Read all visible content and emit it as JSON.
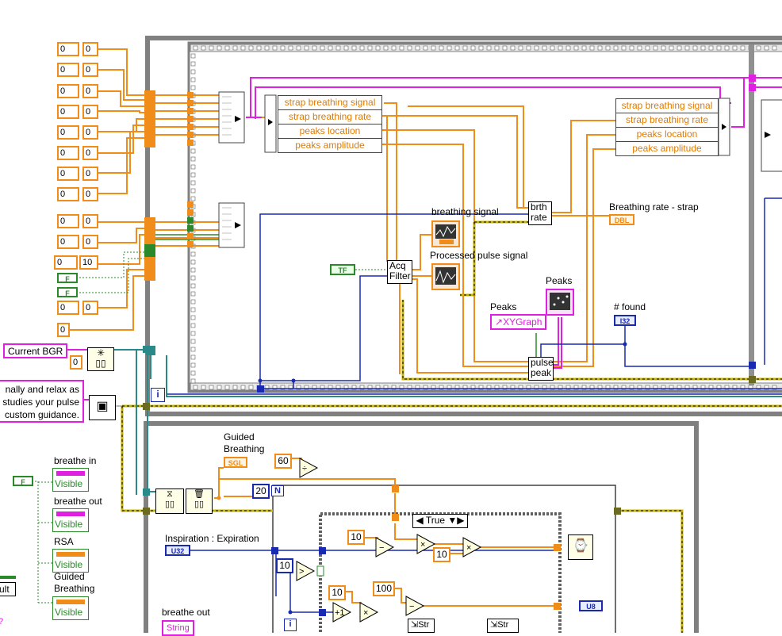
{
  "colors": {
    "orange": "#f08c1a",
    "pink": "#e020e0",
    "blue": "#1a2ab0",
    "green": "#2a8a2a",
    "frame_gray": "#808080",
    "yellow_wire": "#c8b400"
  },
  "controls": {
    "left_numerics": [
      "0",
      "0",
      "0",
      "0",
      "0",
      "0",
      "0",
      "0",
      "0",
      "0",
      "0",
      "0",
      "0",
      "0",
      "0",
      "0",
      "0",
      "0"
    ],
    "ten_value": "10",
    "bottom_zero": "0",
    "bool_label": "F",
    "tf_label": "TF",
    "current_bgr": "Current BGR",
    "bgr_zero": "0",
    "iter_label": "i",
    "message_lines": [
      "nally and relax as",
      "studies your pulse",
      "custom guidance."
    ]
  },
  "cluster_left": {
    "items": [
      "strap breathing signal",
      "strap breathing rate",
      "peaks location",
      "peaks amplitude"
    ]
  },
  "cluster_right": {
    "items": [
      "strap breathing signal",
      "strap breathing rate",
      "peaks location",
      "peaks amplitude"
    ]
  },
  "subvis": {
    "acq_filter": [
      "Acq",
      "Filter"
    ],
    "brth_rate": [
      "brth",
      "rate"
    ],
    "pulse_peak": [
      "pulse",
      "peak"
    ]
  },
  "indicators": {
    "breathing_signal": "breathing signal",
    "processed_pulse_signal": "Processed pulse signal",
    "breathing_rate_strap": "Breathing rate - strap",
    "dbl": "DBL",
    "peaks_graph": "Peaks",
    "peaks_local": "Peaks",
    "xygraph": "XYGraph",
    "found": "# found",
    "i32": "I32"
  },
  "bottom": {
    "guided_breathing": [
      "Guided",
      "Breathing"
    ],
    "sgl": "SGL",
    "sixty": "60",
    "twenty": "20",
    "n": "N",
    "case_selector": "True",
    "insp_exp": "Inspiration : Expiration",
    "u32": "U32",
    "ten_a": "10",
    "ten_b": "10",
    "ten_c": "10",
    "ten_d": "10",
    "hundred": "100",
    "u8": "U8",
    "breathe_out_string": "String",
    "breathe_out": "breathe out",
    "str_a": "Str",
    "str_b": "Str",
    "i_label": "i"
  },
  "property_nodes": [
    {
      "label": "breathe in",
      "prop": "Visible",
      "color": "#e020e0"
    },
    {
      "label": "breathe out",
      "prop": "Visible",
      "color": "#e020e0"
    },
    {
      "label": "RSA",
      "prop": "Visible",
      "color": "#f08c1a"
    },
    {
      "label": "Guided Breathing",
      "prop": "Visible",
      "color": "#f08c1a"
    }
  ],
  "left_edge": {
    "ult": "ult",
    "question": "?"
  }
}
